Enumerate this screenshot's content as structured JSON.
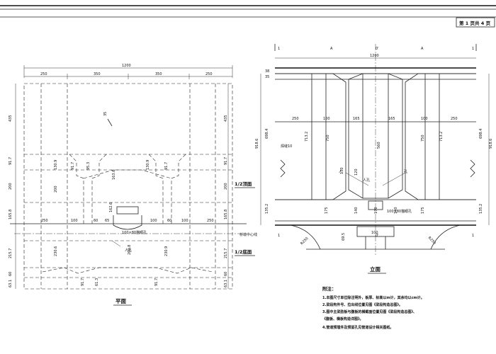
{
  "page_badge": "第 1 页共 4 页",
  "plan": {
    "total_width": "1200",
    "seg_250_left": "250",
    "seg_350_left": "350",
    "seg_350_right": "350",
    "seg_250_right": "250",
    "left_dims": [
      "435",
      "91.7",
      "200",
      "165.8",
      "215.7",
      "60",
      "63.1"
    ],
    "right_dims": [
      "435",
      "91.7",
      "200",
      "165.8",
      "215.7",
      "60",
      "63.1"
    ],
    "inner_dims": [
      "130.9",
      "91.7",
      "95.3",
      "200",
      "130.9",
      "91.7",
      "162.6",
      "163.6",
      "230.6",
      "200.8",
      "61.3",
      "91.7",
      "230.9",
      "91.7"
    ],
    "row_250": "250",
    "row_100a": "100",
    "row_60a": "60",
    "row_65": "65",
    "row_100b": "100",
    "row_60b": "60",
    "row_100c": "100",
    "row_250b": "250",
    "top_label": "1/2顶面",
    "bottom_label": "1/2底面",
    "centerline_label": "桥墩中心线",
    "hole_label": "100×80猫眼孔",
    "manhole_label": "人孔",
    "section_mark": "35",
    "title": "平面"
  },
  "elevation": {
    "total_width": "1200",
    "section_marks": [
      "1",
      "A",
      "0'",
      "A",
      "1",
      "1",
      "0'",
      "1"
    ],
    "dim_38": "38",
    "dim_35": "35",
    "h_250": "250",
    "h_100a": "100",
    "h_165a": "165",
    "h_165b": "165",
    "h_100b": "100",
    "h_250b": "250",
    "left_heights": [
      "918.6",
      "698.4",
      "713.2",
      "750",
      "130",
      "175",
      "135.2"
    ],
    "right_heights": [
      "918.6",
      "698.4",
      "713.2",
      "750",
      "175",
      "135.2"
    ],
    "center_heights": [
      "560",
      "120",
      "140",
      "170",
      "140"
    ],
    "base_dims": [
      "R250",
      "69.5",
      "100",
      "R250"
    ],
    "weld_label": "焊缝10",
    "hole_label": "100×80猫眼孔",
    "manhole_labels": [
      "人",
      "孔",
      "人孔"
    ],
    "title": "立面"
  },
  "notes": {
    "heading": "附注：",
    "items": [
      "1.本图尺寸单位除注明外，板厚、标高以m计，其余均以cm计。",
      "2.梁段构件号、拉出线位置见图《梁段构造总图》。",
      "3.图中主梁肋板与腹板的横截面位置见图《梁段构造总图》、",
      "  《腹板、横板构造详图》。",
      "4.管道预埋件及预留孔见管道设计相关图纸。"
    ]
  }
}
